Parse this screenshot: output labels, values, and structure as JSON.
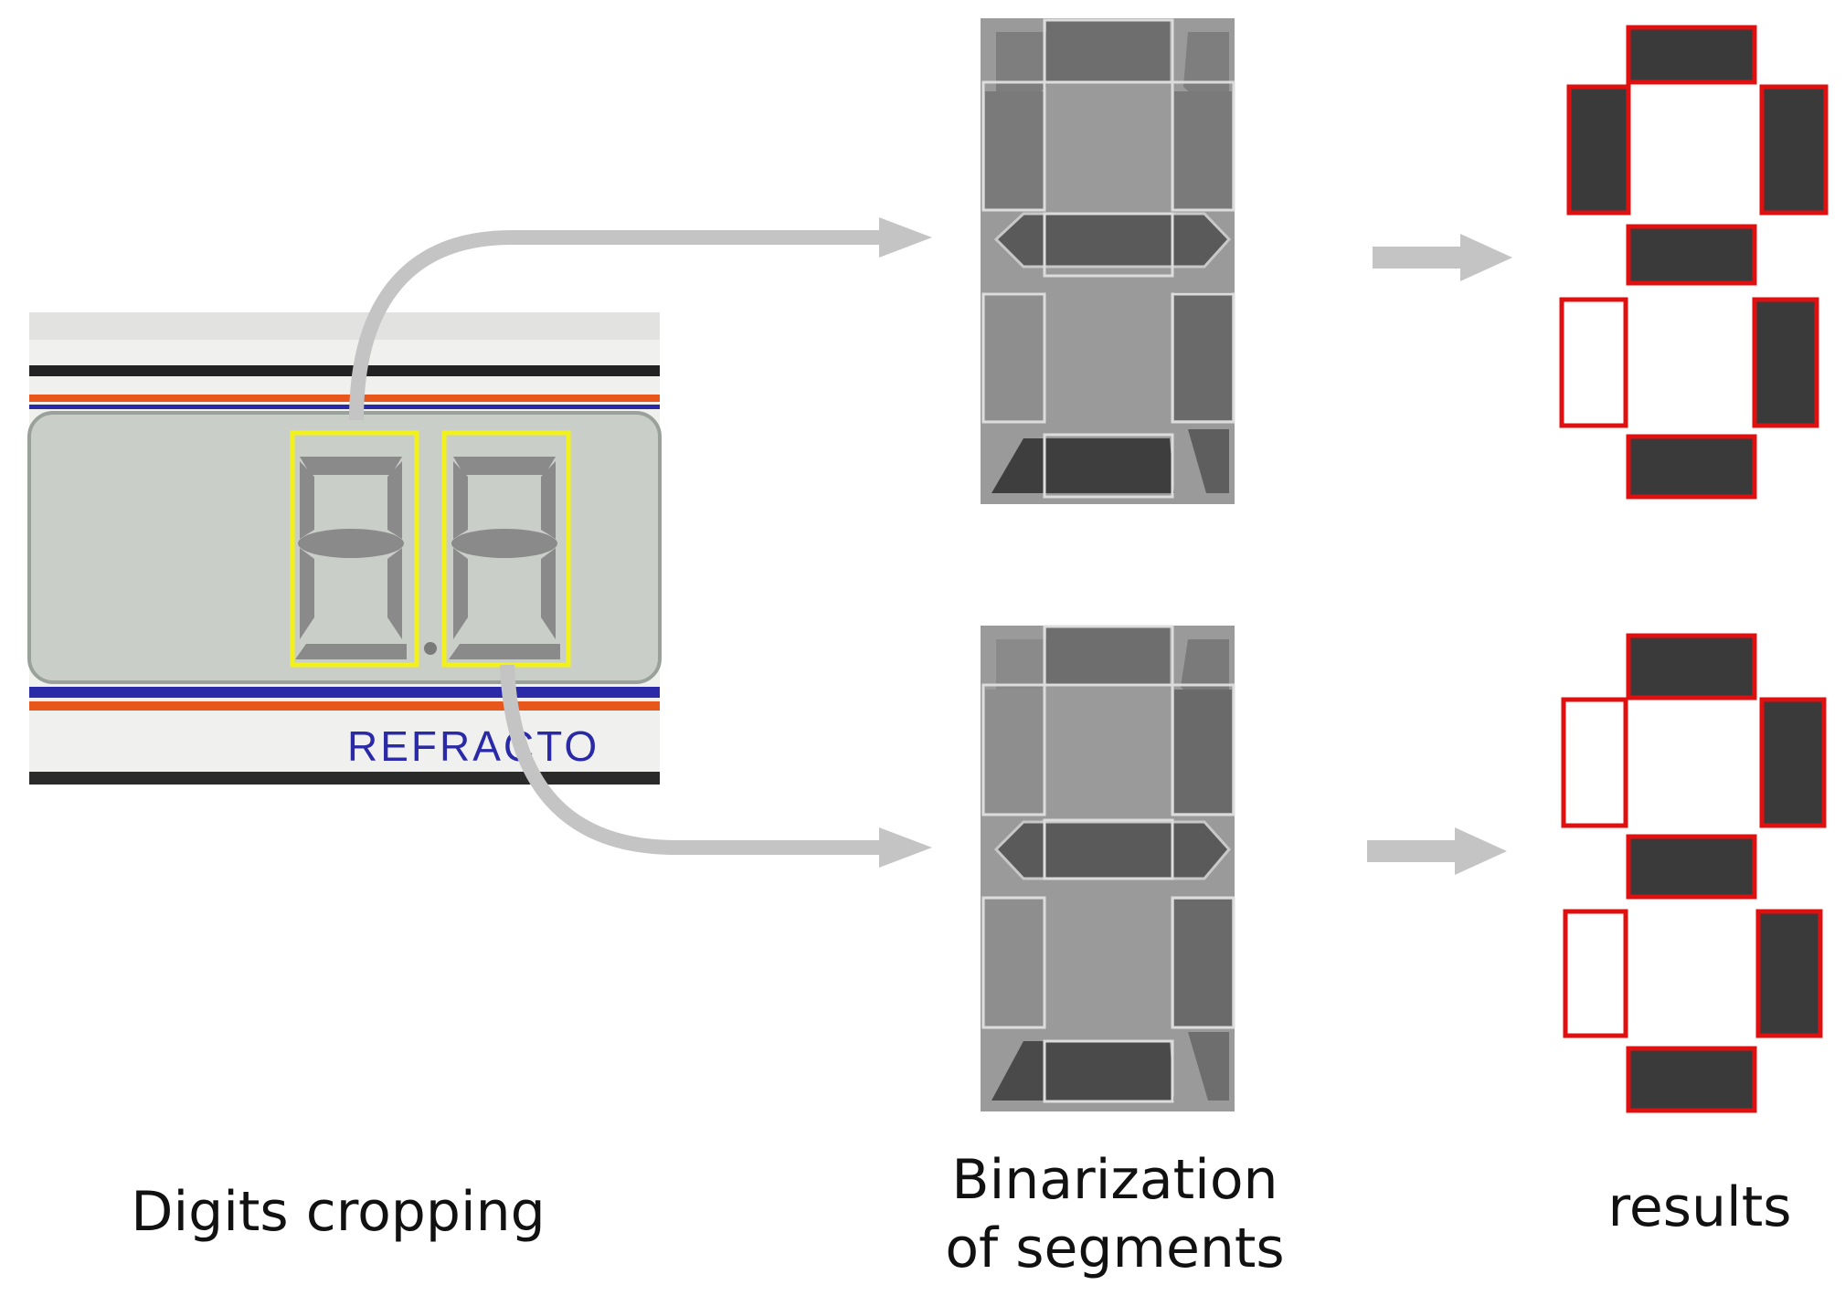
{
  "captions": {
    "digits_cropping": "Digits cropping",
    "binarization": "Binarization\nof segments",
    "results": "results"
  },
  "device": {
    "brand_text": "REFRACTO"
  },
  "digits": [
    {
      "segments_on": {
        "a": true,
        "f": true,
        "b": true,
        "g": true,
        "e": false,
        "c": true,
        "d": true
      }
    },
    {
      "segments_on": {
        "a": true,
        "f": false,
        "b": true,
        "g": true,
        "e": false,
        "c": true,
        "d": true
      }
    }
  ],
  "colors": {
    "crop_box": "#f2f21a",
    "result_box": "#e01010",
    "segment_on": "#3a3a3a",
    "arrow": "#c4c4c4",
    "lcd_bg": "#c9cec9",
    "segment_gray": "#8a8a8a",
    "band_blue": "#2a2aa8",
    "band_orange": "#e8561c"
  }
}
